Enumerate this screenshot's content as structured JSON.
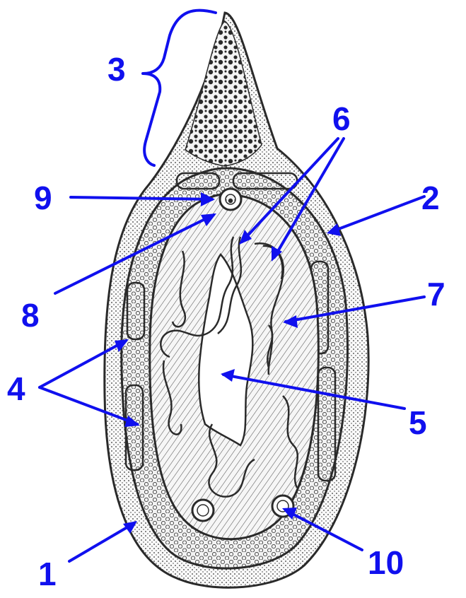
{
  "colors": {
    "annotation": "#1010ee",
    "ink": "#2a2a2a",
    "tissue_fill": "#f3f3f3",
    "lumen_fill": "#ffffff",
    "background": "#ffffff"
  },
  "labels": [
    {
      "id": "label-1",
      "text": "1"
    },
    {
      "id": "label-2",
      "text": "2"
    },
    {
      "id": "label-3",
      "text": "3"
    },
    {
      "id": "label-4",
      "text": "4"
    },
    {
      "id": "label-5",
      "text": "5"
    },
    {
      "id": "label-6",
      "text": "6"
    },
    {
      "id": "label-7",
      "text": "7"
    },
    {
      "id": "label-8",
      "text": "8"
    },
    {
      "id": "label-9",
      "text": "9"
    },
    {
      "id": "label-10",
      "text": "10"
    }
  ]
}
